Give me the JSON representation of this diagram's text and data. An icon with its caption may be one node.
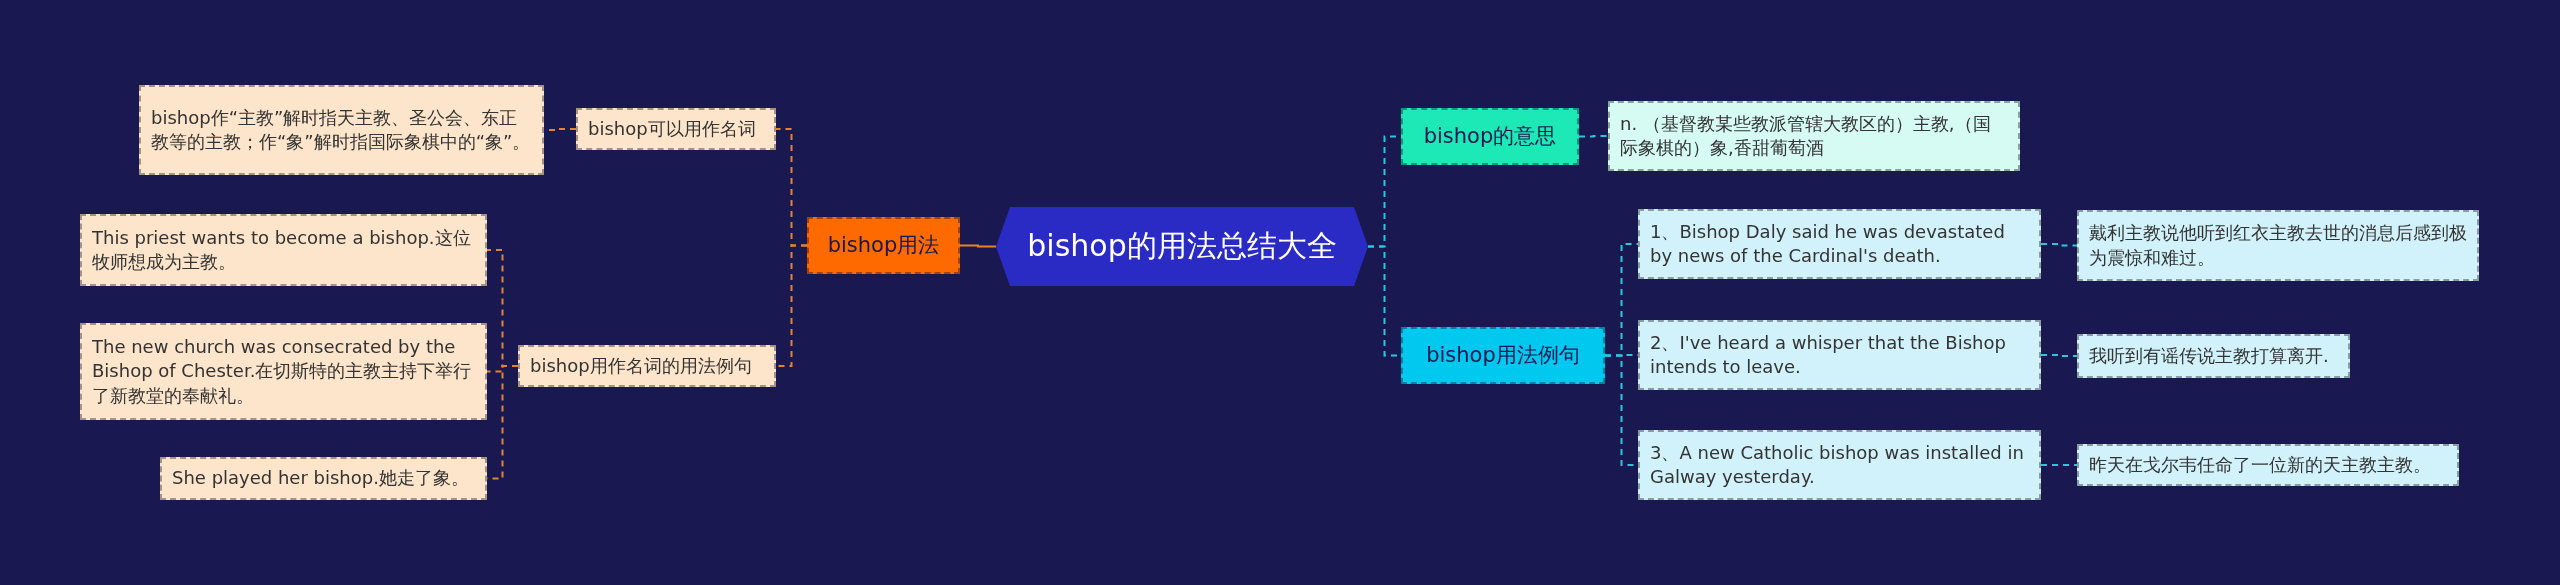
{
  "diagram": {
    "nodes": [
      {
        "text": [
          "bishop的用法总结大全"
        ]
      },
      {
        "text": [
          "bishop用法"
        ]
      },
      {
        "text": [
          "bishop可以用作名词"
        ]
      },
      {
        "text": [
          "bishop作“主教”解时指天主教、圣公会、东正教等的主教；作“象”解时指国际象棋中的“象”。"
        ]
      },
      {
        "text": [
          "bishop用作名词的用法例句"
        ]
      },
      {
        "text": [
          "This priest wants to become a bishop.这位牧师想成为主教。"
        ]
      },
      {
        "text": [
          "The new church was consecrated by the Bishop of Chester.在切斯特的主教主持下举行了新教堂的奉献礼。"
        ]
      },
      {
        "text": [
          "She played her bishop.她走了象。"
        ]
      },
      {
        "text": [
          "bishop的意思"
        ]
      },
      {
        "text": [
          "n. （基督教某些教派管辖大教区的）主教,（国际象棋的）象,香甜葡萄酒"
        ]
      },
      {
        "text": [
          "bishop用法例句"
        ]
      },
      {
        "text": [
          "1、Bishop Daly said he was devastated by news of the Cardinal's death."
        ]
      },
      {
        "text": [
          "戴利主教说他听到红衣主教去世的消息后感到极为震惊和难过。"
        ]
      },
      {
        "text": [
          "2、I've heard a whisper that the Bishop intends to leave."
        ]
      },
      {
        "text": [
          "我听到有谣传说主教打算离开."
        ]
      },
      {
        "text": [
          "3、A new Catholic bishop was installed in Galway yesterday."
        ]
      },
      {
        "text": [
          "昨天在戈尔韦任命了一位新的天主教主教。"
        ]
      }
    ],
    "edges": [
      {
        "from": 0,
        "to": 1,
        "arrow": "none",
        "color": "#e8822a"
      },
      {
        "from": 1,
        "to": 2,
        "arrow": "none",
        "style": "dashed",
        "color": "#e8822a"
      },
      {
        "from": 2,
        "to": 3,
        "arrow": "none",
        "style": "dashed",
        "color": "#e8822a"
      },
      {
        "from": 1,
        "to": 4,
        "arrow": "none",
        "style": "dashed",
        "color": "#e8822a"
      },
      {
        "from": 4,
        "to": 5,
        "arrow": "none",
        "style": "dashed",
        "color": "#e8822a"
      },
      {
        "from": 4,
        "to": 6,
        "arrow": "none",
        "style": "dashed",
        "color": "#e8822a"
      },
      {
        "from": 4,
        "to": 7,
        "arrow": "none",
        "style": "dashed",
        "color": "#e8822a"
      },
      {
        "from": 0,
        "to": 8,
        "arrow": "none",
        "style": "dashed"
      },
      {
        "from": 8,
        "to": 9,
        "arrow": "none",
        "style": "dashed"
      },
      {
        "from": 0,
        "to": 10,
        "arrow": "none",
        "style": "dashed"
      },
      {
        "from": 10,
        "to": 11,
        "arrow": "none",
        "style": "dashed"
      },
      {
        "from": 10,
        "to": 13,
        "arrow": "none",
        "style": "dashed"
      },
      {
        "from": 10,
        "to": 15,
        "arrow": "none",
        "style": "dashed"
      },
      {
        "from": 11,
        "to": 12,
        "arrow": "none",
        "style": "dashed"
      },
      {
        "from": 13,
        "to": 14,
        "arrow": "none",
        "style": "dashed"
      },
      {
        "from": 15,
        "to": 16,
        "arrow": "none",
        "style": "dashed"
      }
    ]
  }
}
